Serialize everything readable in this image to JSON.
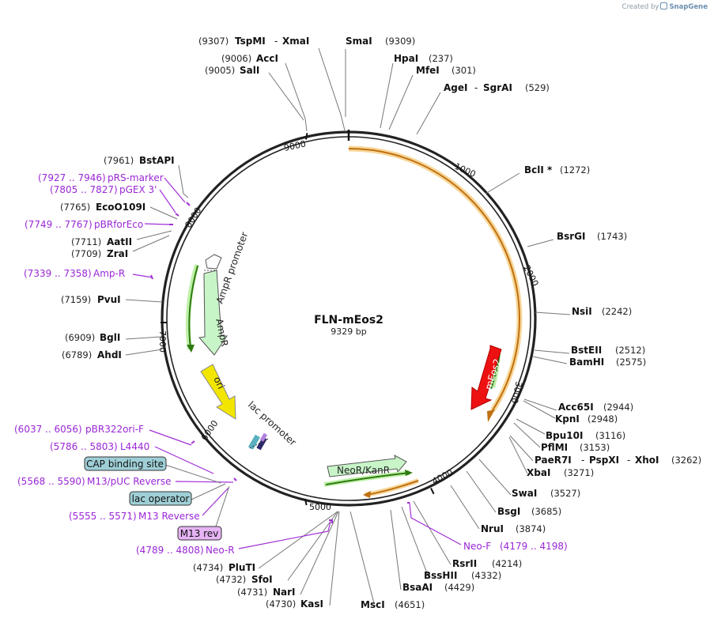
{
  "credit": {
    "prefix": "Created by",
    "brand": "SnapGene"
  },
  "plasmid": {
    "name": "FLN-mEos2",
    "size_label": "9329 bp"
  },
  "ticks": [
    "1000",
    "2000",
    "3000",
    "4000",
    "5000",
    "6000",
    "7000",
    "8000",
    "9000"
  ],
  "sites": [
    {
      "id": "tspmi",
      "name": "TspMI",
      "extra": "XmaI",
      "pos": "(9307)"
    },
    {
      "id": "acci",
      "name": "AccI",
      "pos": "(9006)"
    },
    {
      "id": "sali",
      "name": "SalI",
      "pos": "(9005)"
    },
    {
      "id": "smai",
      "name": "SmaI",
      "pos": "(9309)"
    },
    {
      "id": "hpai",
      "name": "HpaI",
      "pos": "(237)"
    },
    {
      "id": "mfei",
      "name": "MfeI",
      "pos": "(301)"
    },
    {
      "id": "agei",
      "name": "AgeI",
      "extra": "SgrAI",
      "pos": "(529)"
    },
    {
      "id": "bcli",
      "name": "BclI *",
      "pos": "(1272)"
    },
    {
      "id": "bsrgi",
      "name": "BsrGI",
      "pos": "(1743)"
    },
    {
      "id": "nsii",
      "name": "NsiI",
      "pos": "(2242)"
    },
    {
      "id": "bsteii",
      "name": "BstEII",
      "pos": "(2512)"
    },
    {
      "id": "bamhi",
      "name": "BamHI",
      "pos": "(2575)"
    },
    {
      "id": "acc65i",
      "name": "Acc65I",
      "pos": "(2944)"
    },
    {
      "id": "kpni",
      "name": "KpnI",
      "pos": "(2948)"
    },
    {
      "id": "bpu10i",
      "name": "Bpu10I",
      "pos": "(3116)"
    },
    {
      "id": "pflmi",
      "name": "PflMI",
      "pos": "(3153)"
    },
    {
      "id": "paer7i",
      "name": "PaeR7I",
      "extra": "PspXI",
      "extra2": "XhoI",
      "pos": "(3262)"
    },
    {
      "id": "xbai",
      "name": "XbaI",
      "pos": "(3271)"
    },
    {
      "id": "swai",
      "name": "SwaI",
      "pos": "(3527)"
    },
    {
      "id": "bsgi",
      "name": "BsgI",
      "pos": "(3685)"
    },
    {
      "id": "krui",
      "name": "NruI",
      "pos": "(3874)"
    },
    {
      "id": "rsrii",
      "name": "RsrII",
      "pos": "(4214)"
    },
    {
      "id": "bsshii",
      "name": "BssHII",
      "pos": "(4332)"
    },
    {
      "id": "bsaai",
      "name": "BsaAI",
      "pos": "(4429)"
    },
    {
      "id": "msci",
      "name": "MscI",
      "pos": "(4651)"
    },
    {
      "id": "kasi",
      "name": "KasI",
      "pos": "(4730)"
    },
    {
      "id": "nari",
      "name": "NarI",
      "pos": "(4731)"
    },
    {
      "id": "sfoi",
      "name": "SfoI",
      "pos": "(4732)"
    },
    {
      "id": "pluti",
      "name": "PluTI",
      "pos": "(4734)"
    },
    {
      "id": "ahdi",
      "name": "AhdI",
      "pos": "(6789)"
    },
    {
      "id": "bgli",
      "name": "BglI",
      "pos": "(6909)"
    },
    {
      "id": "pvui",
      "name": "PvuI",
      "pos": "(7159)"
    },
    {
      "id": "zrai",
      "name": "ZraI",
      "pos": "(7709)"
    },
    {
      "id": "aatii",
      "name": "AatII",
      "pos": "(7711)"
    },
    {
      "id": "ecoo109i",
      "name": "EcoO109I",
      "pos": "(7765)"
    },
    {
      "id": "bstapi",
      "name": "BstAPI",
      "pos": "(7961)"
    }
  ],
  "primers": [
    {
      "id": "neo-f",
      "name": "Neo-F",
      "range": "(4179 .. 4198)"
    },
    {
      "id": "neo-r",
      "name": "Neo-R",
      "range": "(4789 .. 4808)"
    },
    {
      "id": "m13-reverse",
      "name": "M13 Reverse",
      "range": "(5555 .. 5571)"
    },
    {
      "id": "m13-puc-reverse",
      "name": "M13/pUC Reverse",
      "range": "(5568 .. 5590)"
    },
    {
      "id": "l4440",
      "name": "L4440",
      "range": "(5786 .. 5803)"
    },
    {
      "id": "pbr322ori-f",
      "name": "pBR322ori-F",
      "range": "(6037 .. 6056)"
    },
    {
      "id": "amp-r",
      "name": "Amp-R",
      "range": "(7339 .. 7358)"
    },
    {
      "id": "pbrforeco",
      "name": "pBRforEco",
      "range": "(7749 .. 7767)"
    },
    {
      "id": "pgex3",
      "name": "pGEX 3'",
      "range": "(7805 .. 7827)"
    },
    {
      "id": "prs-marker",
      "name": "pRS-marker",
      "range": "(7927 .. 7946)"
    }
  ],
  "boxes": {
    "cap": "CAP binding site",
    "lac_operator": "lac operator",
    "m13_rev": "M13 rev"
  },
  "features": {
    "meos2": "mEos2",
    "neor": "NeoR/KanR",
    "ori": "ori",
    "ampr": "AmpR",
    "ampr_promoter": "AmpR promoter",
    "lac_promoter": "lac promoter"
  },
  "colors": {
    "backbone": "#222222",
    "meos2": "#ee1111",
    "orange_arc": "#e0a030",
    "green_arc": "#3a8a1a",
    "ori": "#f2e600",
    "ampr": "#c8f5c8",
    "box": "#9fcfd6",
    "m13box": "#e6b3f5",
    "primer": "#a02fd6"
  }
}
